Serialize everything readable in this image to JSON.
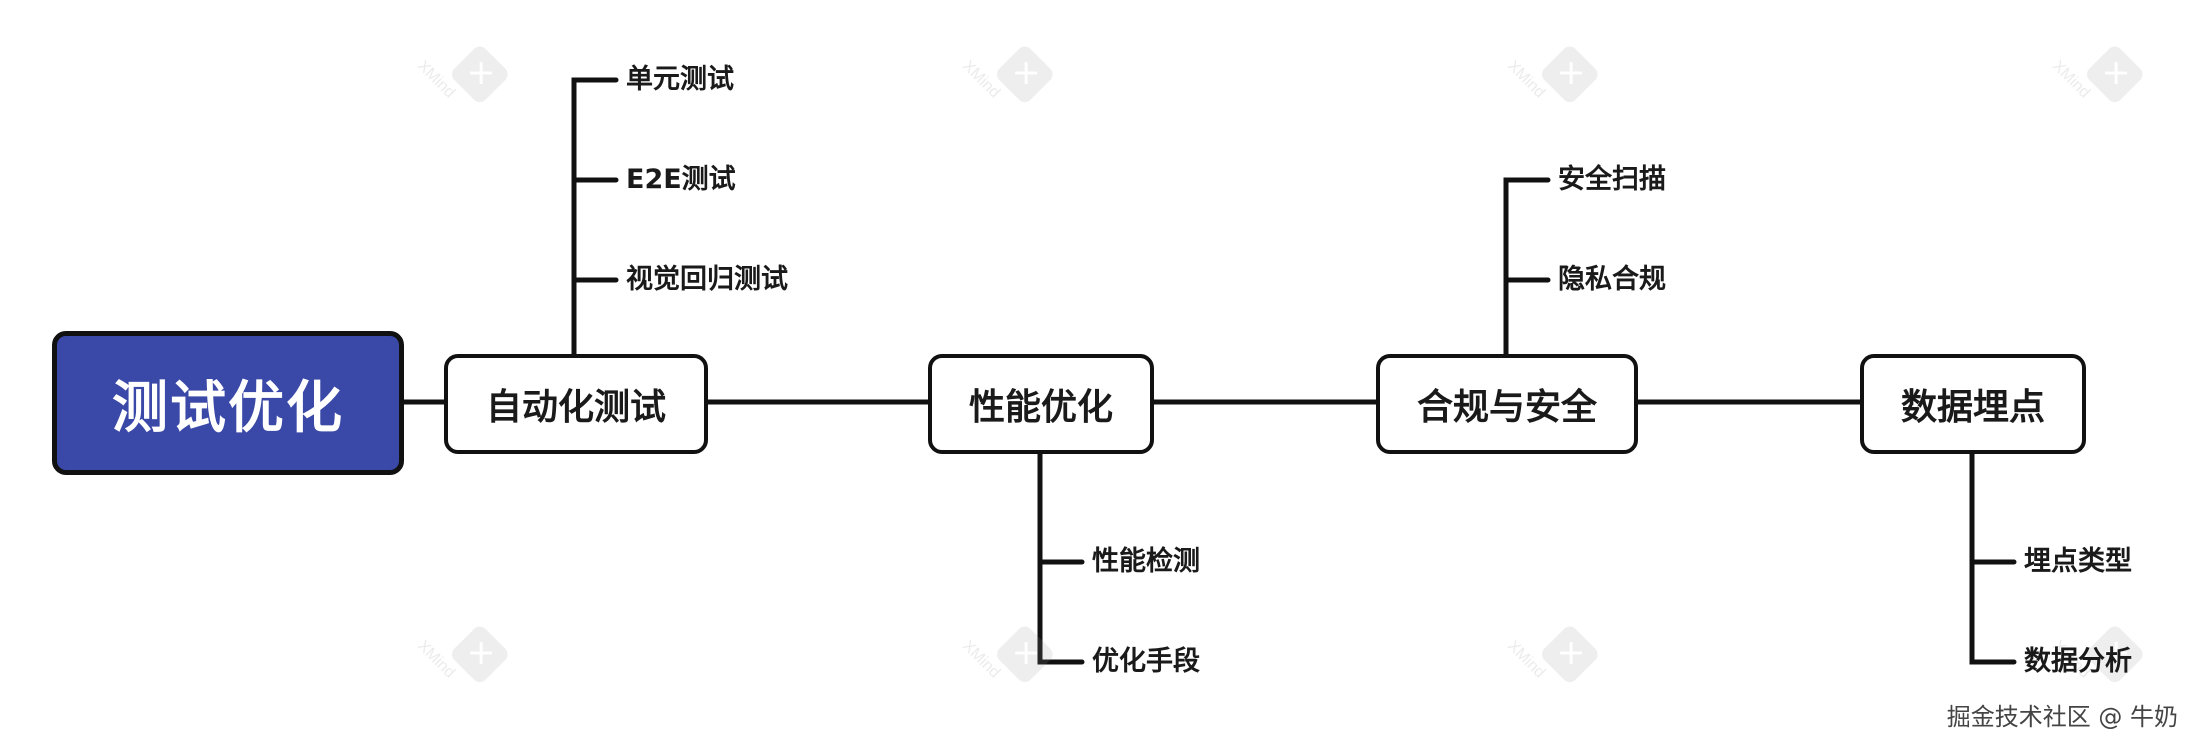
{
  "diagram": {
    "root": "测试优化",
    "branches": {
      "automation": {
        "label": "自动化测试",
        "children": [
          "单元测试",
          "E2E测试",
          "视觉回归测试"
        ]
      },
      "performance": {
        "label": "性能优化",
        "children": [
          "性能检测",
          "优化手段"
        ]
      },
      "compliance": {
        "label": "合规与安全",
        "children": [
          "安全扫描",
          "隐私合规"
        ]
      },
      "tracking": {
        "label": "数据埋点",
        "children": [
          "埋点类型",
          "数据分析"
        ]
      }
    }
  },
  "watermark": {
    "text": "XMind",
    "icon": "xmind-logo-icon"
  },
  "credit": "掘金技术社区 @ 牛奶",
  "colors": {
    "root_fill": "#3a48a8",
    "line": "#111111",
    "node_fill": "#ffffff"
  }
}
